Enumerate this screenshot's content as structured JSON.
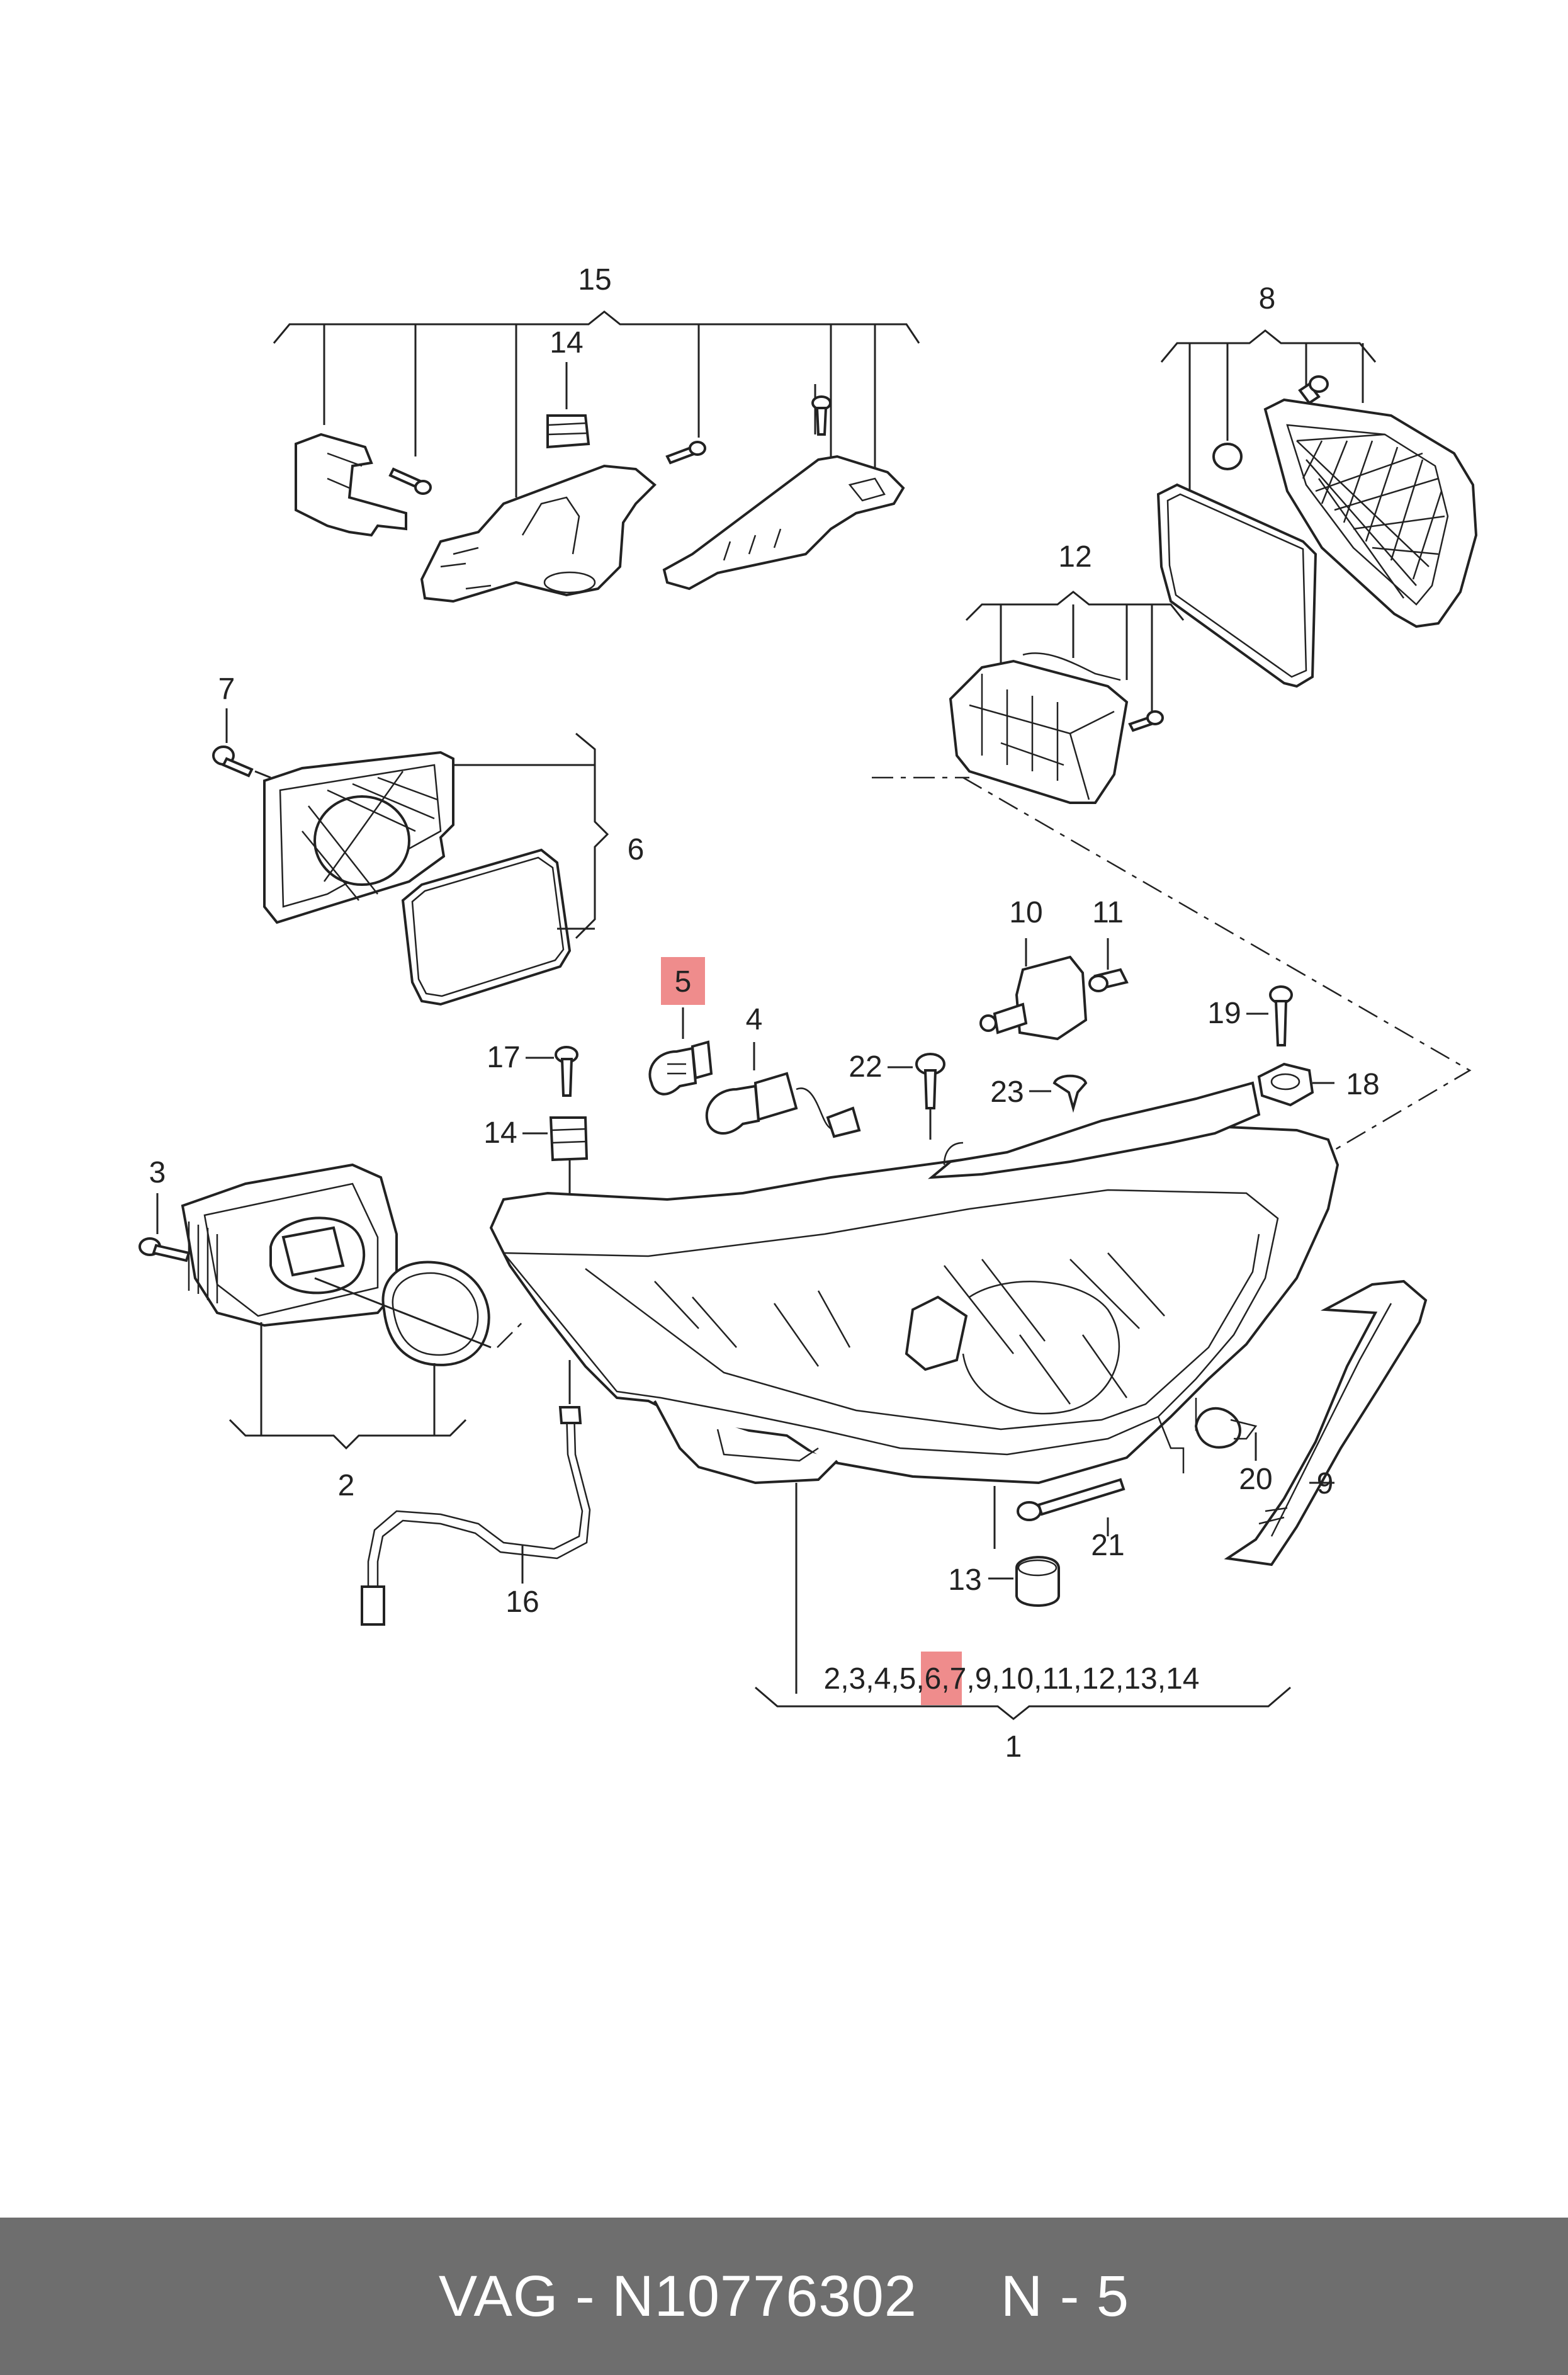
{
  "callouts": {
    "c1": "1",
    "c2": "2",
    "c3": "3",
    "c4": "4",
    "c5": "5",
    "c6": "6",
    "c7": "7",
    "c8": "8",
    "c9": "9",
    "c10": "10",
    "c11": "11",
    "c12": "12",
    "c13": "13",
    "c14a": "14",
    "c14b": "14",
    "c15": "15",
    "c16": "16",
    "c17": "17",
    "c18": "18",
    "c19": "19",
    "c20": "20",
    "c21": "21",
    "c22": "22",
    "c23": "23"
  },
  "assembly_list": {
    "before": "2,3,4,",
    "highlight": "5",
    "after": ",6,7,9,10,11,12,13,14"
  },
  "highlighted_part": "5",
  "highlight_color": "#ef8c8c",
  "footer": {
    "text": "VAG - N10776302     N - 5"
  }
}
